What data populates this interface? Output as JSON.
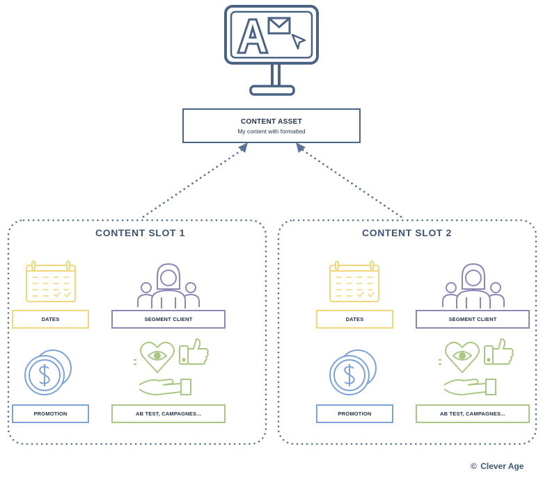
{
  "asset": {
    "title": "CONTENT ASSET",
    "subtitle": "My content with formatted",
    "icon": "monitor-ad-icon",
    "icon_letter": "A"
  },
  "slots": [
    {
      "title": "CONTENT SLOT 1",
      "tags": {
        "dates": "DATES",
        "segment": "SEGMENT CLIENT",
        "promotion": "PROMOTION",
        "abtest": "AB TEST, CAMPAGNES..."
      }
    },
    {
      "title": "CONTENT SLOT 2",
      "tags": {
        "dates": "DATES",
        "segment": "SEGMENT CLIENT",
        "promotion": "PROMOTION",
        "abtest": "AB TEST, CAMPAGNES..."
      }
    }
  ],
  "brand": {
    "symbol": "©",
    "name": "Clever Age"
  },
  "colors": {
    "navy": "#4a6284",
    "dots": "#5b7399",
    "yellow": "#f2d77a",
    "purple": "#8f84b8",
    "blue": "#7ba2db",
    "green": "#a9c784"
  }
}
